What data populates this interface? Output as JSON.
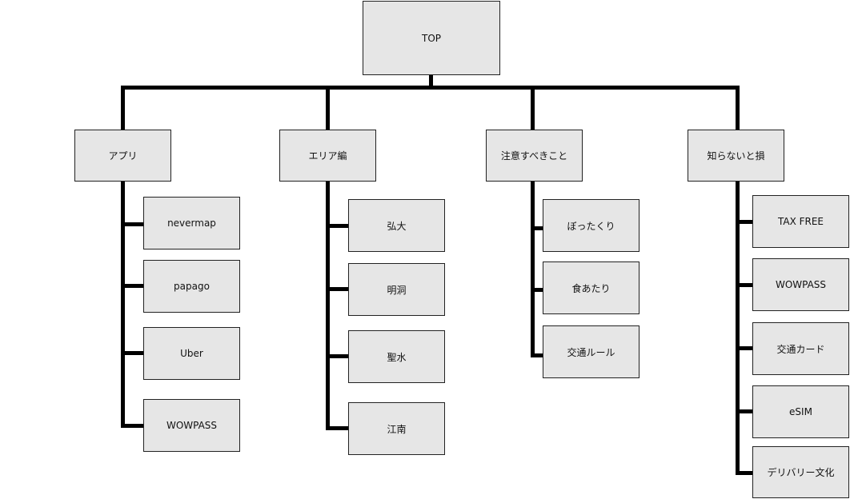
{
  "colors": {
    "node_fill": "#e6e6e6",
    "node_border": "#222222",
    "connector": "#000000",
    "background": "#ffffff"
  },
  "root": {
    "label": "TOP"
  },
  "branches": [
    {
      "label": "アプリ",
      "children": [
        "nevermap",
        "papago",
        "Uber",
        "WOWPASS"
      ]
    },
    {
      "label": "エリア編",
      "children": [
        "弘大",
        "明洞",
        "聖水",
        "江南"
      ]
    },
    {
      "label": "注意すべきこと",
      "children": [
        "ぼったくり",
        "食あたり",
        "交通ルール"
      ]
    },
    {
      "label": "知らないと損",
      "children": [
        "TAX FREE",
        "WOWPASS",
        "交通カード",
        "eSIM",
        "デリバリー文化"
      ]
    }
  ]
}
